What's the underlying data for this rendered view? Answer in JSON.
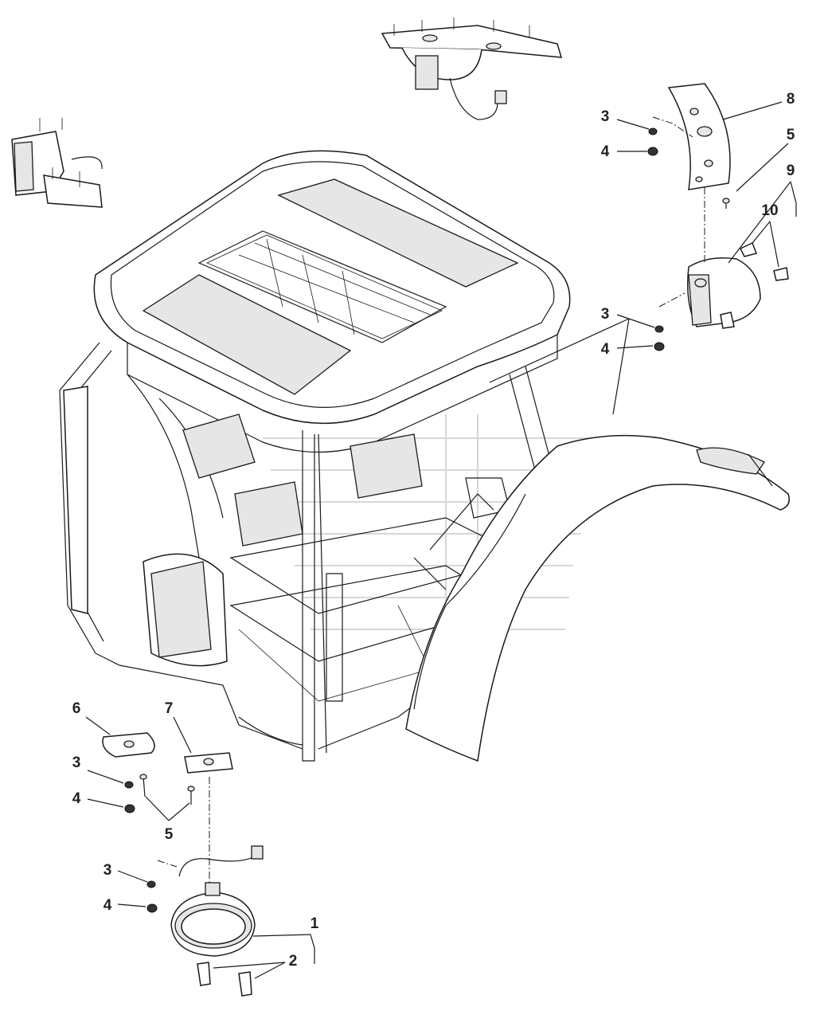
{
  "callouts": [
    {
      "id": "c8",
      "text": "8"
    },
    {
      "id": "c3a",
      "text": "3"
    },
    {
      "id": "c4a",
      "text": "4"
    },
    {
      "id": "c5a",
      "text": "5"
    },
    {
      "id": "c9",
      "text": "9"
    },
    {
      "id": "c10",
      "text": "10"
    },
    {
      "id": "c3b",
      "text": "3"
    },
    {
      "id": "c4b",
      "text": "4"
    },
    {
      "id": "c6",
      "text": "6"
    },
    {
      "id": "c7",
      "text": "7"
    },
    {
      "id": "c3c",
      "text": "3"
    },
    {
      "id": "c4c",
      "text": "4"
    },
    {
      "id": "c5b",
      "text": "5"
    },
    {
      "id": "c3d",
      "text": "3"
    },
    {
      "id": "c4d",
      "text": "4"
    },
    {
      "id": "c1",
      "text": "1"
    },
    {
      "id": "c2",
      "text": "2"
    }
  ],
  "colors": {
    "line": "#1a1a1a",
    "background": "#ffffff",
    "watermark": "#d7d7d7"
  }
}
